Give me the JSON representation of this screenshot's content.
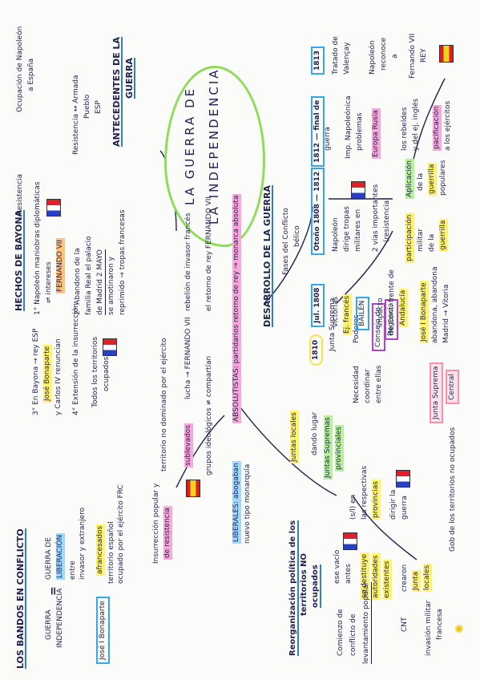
{
  "title": {
    "line1": "LA GUERRA DE",
    "line2": "LA INDEPENDENCIA"
  },
  "antecedentes": {
    "heading_1": "ANTECEDENTES DE LA",
    "heading_2": "GUERRA",
    "ocupacion_1": "Ocupación de Napoleón",
    "ocupacion_2": "a España",
    "armada_1": "Resistencia ↔ Armada",
    "armada_2": "Pueblo",
    "armada_3": "ESP"
  },
  "hechos": {
    "heading": "HECHOS DE BAYONA",
    "l1": "1° Napoleón maniobras diplomáticas",
    "l2": "⇌ intereses",
    "l3": "FERNANDO VII",
    "l4": "2° Abandono de la",
    "l5": "familia  Real  el palacio",
    "l6": "de Madrid  2 MAYO",
    "l7": "se amotinaron  y",
    "l8": "reprimido → tropas francesas",
    "l9": "3° En Bayona → rey ESP",
    "l10": "José Bonaparte",
    "l11": "y Carlos IV renuncian",
    "l12": "4° Extensión de la insurrección",
    "l13": "Todos los territorios",
    "l14": "ocupados",
    "resistencia": "Resistencia",
    "flag_fr": "flag-france",
    "flag_es": "flag-spain"
  },
  "bandos": {
    "heading": "LOS BANDOS EN CONFLICTO",
    "guerra": "GUERRA",
    "independencia": "INDEPENDENCIA",
    "eq": "=",
    "liberacion_1": "GUERRA DE",
    "liberacion_2": "LIBERACIÓN",
    "entre_1": "entre",
    "entre_2": "invasor y extranjero",
    "jose": "José I Bonaparte",
    "afrancesados": "afrancesados",
    "ejercito_1": "territorio español",
    "ejercito_2": "ocupado por el ejército FRC",
    "insurreccion_1": "Insurrección popular y",
    "insurreccion_2": "de resistencia",
    "territorio": "territorio no dominado por el ejército",
    "sublevados": "sublevados",
    "lucha": "lucha → FERNANDO VII",
    "grupos": "grupos ideológicos ≠ compartían",
    "rebelion": "rebelión de invasor francés",
    "retorno": "el retorno de rey FERNANDO VII",
    "liberales_1": "LIBERALES: abogaban",
    "liberales_2": "nuevo tipo monarquía",
    "absolutistas": "ABSOLUTISTAS: partidarios retorno de rey → monarca absoluta"
  },
  "organizacion": {
    "heading_1": "Reorganización política de los",
    "heading_2": "territorios NO",
    "heading_3": "ocupados",
    "vacio": "ese vacío",
    "antes": "antes",
    "autoridades_1": "se destituye",
    "autoridades_2": "autoridades",
    "autoridades_3": "existentes",
    "crearon_1": "crearon",
    "crearon_2": "Junta",
    "crearon_3": "locales",
    "comienzo_1": "Comienzo de",
    "comienzo_2": "conflicto de",
    "comienzo_3": "levantamiento popular",
    "cnt": "CNT",
    "invasion_1": "invasión militar",
    "invasion_2": "francesa",
    "juntas_locales": "Juntas locales",
    "dando": "dando lugar",
    "juntas_sup_1": "Juntas Supremas",
    "juntas_sup_2": "provinciales",
    "asumian_1": "(s/l) en",
    "asumian_2": "las respectivas",
    "asumian_3": "provincias",
    "dirigir_1": "dirigir la",
    "dirigir_2": "guerra",
    "gob": "Gob de los territorios no ocupados",
    "necesidad_1": "Necesidad",
    "necesidad_2": "coordinar",
    "necesidad_3": "entre ellas",
    "junta_sup_1": "Junta Suprema",
    "junta_sup_2": "Central",
    "year": "1810",
    "junta_suprema": "Junta Suprema",
    "poderes": "Poderes",
    "consejo_1": "Consejo de",
    "consejo_2": "Regencia"
  },
  "desarrollo": {
    "heading": "DESARROLLO DE LA GUERRA",
    "fases_1": "Fases del Conflicto",
    "fases_2": "bélico",
    "fase1": "Jul. 1808",
    "victorias_1": "victorias",
    "victorias_2": "Ej. francés",
    "bailen": "BAILÉN",
    "impacto_1": "impacto",
    "impacto_2": "de Cont. frente de",
    "impacto_3": "Andalucía",
    "jose_1": "José I Bonaparte",
    "jose_2": "abandona, abandona",
    "jose_3": "Madrid → Vitoria",
    "fase2": "Otoño 1808 — 1812",
    "napoleon_1": "Napoleón",
    "napoleon_2": "dirige tropas",
    "napoleon_3": "militares en",
    "napoleon_4": "2 vías importantes",
    "napoleon_5": "(resistencia)",
    "guerrilla_1": "participación",
    "guerrilla_2": "militar",
    "guerrilla_3": "de la",
    "guerrilla_4": "guerrilla",
    "aplicacion_1": "Aplicación",
    "aplicacion_2": "de la",
    "aplicacion_3": "guerrilla",
    "aplicacion_4": "populares",
    "fase3": "1812 — final de",
    "fase3b": "guerra",
    "fase4": "1813",
    "trat_1": "Tratado de",
    "trat_2": "Valençay",
    "napo_1": "Napoleón",
    "napo_2": "reconoce",
    "napo_3": "a",
    "napo_4": "Fernando VII",
    "napo_5": "REY",
    "rep_1": "Imp. Napoleónica",
    "rep_2": "problemas",
    "rusia": "Europa Rusia",
    "rebeldes_1": "los rebeldes",
    "rebeldes_2": "y del ej. inglés",
    "pacif_1": "pacificación",
    "pacif_2": "a los ejércitos"
  }
}
